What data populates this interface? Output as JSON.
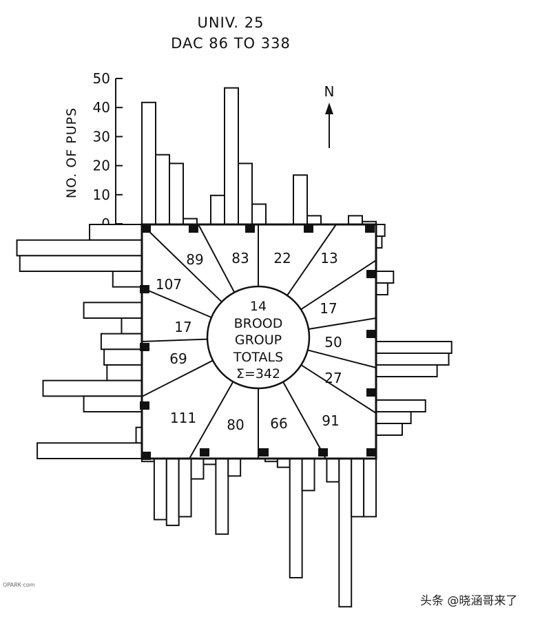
{
  "title_line1": "UNIV. 25",
  "title_line2": "DAC 86 TO 338",
  "north_label": "N",
  "chart_data": {
    "type": "bar",
    "ylabel": "NO. OF PUPS",
    "ylim": [
      0,
      50
    ],
    "yticks": [
      "0",
      "10",
      "20",
      "30",
      "40",
      "50"
    ],
    "center_label": [
      "14",
      "BROOD",
      "GROUP",
      "TOTALS",
      "Σ=342"
    ],
    "segment_totals": [
      "89",
      "83",
      "22",
      "13",
      "17",
      "50",
      "27",
      "91",
      "66",
      "80",
      "111",
      "69",
      "17",
      "107"
    ],
    "histograms": {
      "top": [
        42,
        24,
        21,
        2,
        0,
        10,
        47,
        21,
        7,
        0,
        0,
        17,
        3,
        0,
        0,
        3,
        1
      ],
      "right": [
        3,
        2,
        0,
        0,
        6,
        4,
        0,
        0,
        0,
        0,
        26,
        25,
        21,
        0,
        0,
        17,
        12,
        9,
        0,
        0
      ],
      "bottom": [
        1,
        21,
        23,
        20,
        7,
        2,
        26,
        6,
        0,
        0,
        1,
        3,
        41,
        11,
        0,
        8,
        51,
        20,
        20
      ],
      "left": [
        18,
        43,
        42,
        10,
        0,
        20,
        7,
        14,
        13,
        12,
        34,
        20,
        0,
        2,
        36
      ]
    }
  },
  "watermark": "头条 @晓涵哥来了",
  "watermark_small": "OPARK·com"
}
